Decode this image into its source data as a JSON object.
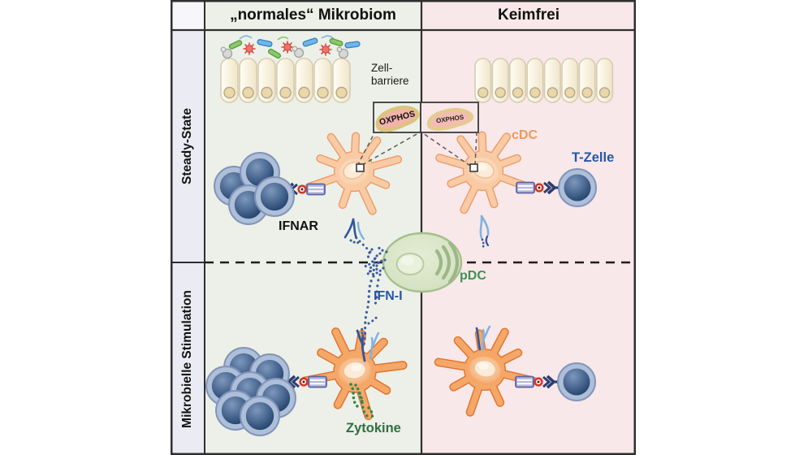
{
  "figure": {
    "columns": {
      "left_header": "„normales“ Mikrobiom",
      "right_header": "Keimfrei"
    },
    "rows": {
      "top": "Steady-State",
      "bottom": "Mikrobielle Stimulation"
    },
    "labels": {
      "cell_barrier_line1": "Zell-",
      "cell_barrier_line2": "barriere",
      "oxphos_left": "OXPHOS",
      "oxphos_right": "OXPHOS",
      "cdc": "cDC",
      "t_cell": "T-Zelle",
      "ifnar": "IFNAR",
      "pdc": "pDC",
      "ifn_i": "IFN-I",
      "cytokines": "Zytokine"
    },
    "colors": {
      "left_panel_bg": "#EDF0E8",
      "right_panel_bg": "#F9E8E9",
      "row_label_bg": "#EBEBF4",
      "cdc_fill": "#F9CBA5",
      "cdc_active_fill": "#F5A768",
      "cdc_label": "#F0975B",
      "t_cell_fill": "#AEBFD9",
      "t_cell_label": "#2456A8",
      "pdc_fill": "#D6E3C4",
      "pdc_label": "#3C9155",
      "ifn_dots": "#3B5C9E",
      "cytokine_dots": "#2E8A50",
      "cytokine_label": "#2E7040"
    }
  }
}
